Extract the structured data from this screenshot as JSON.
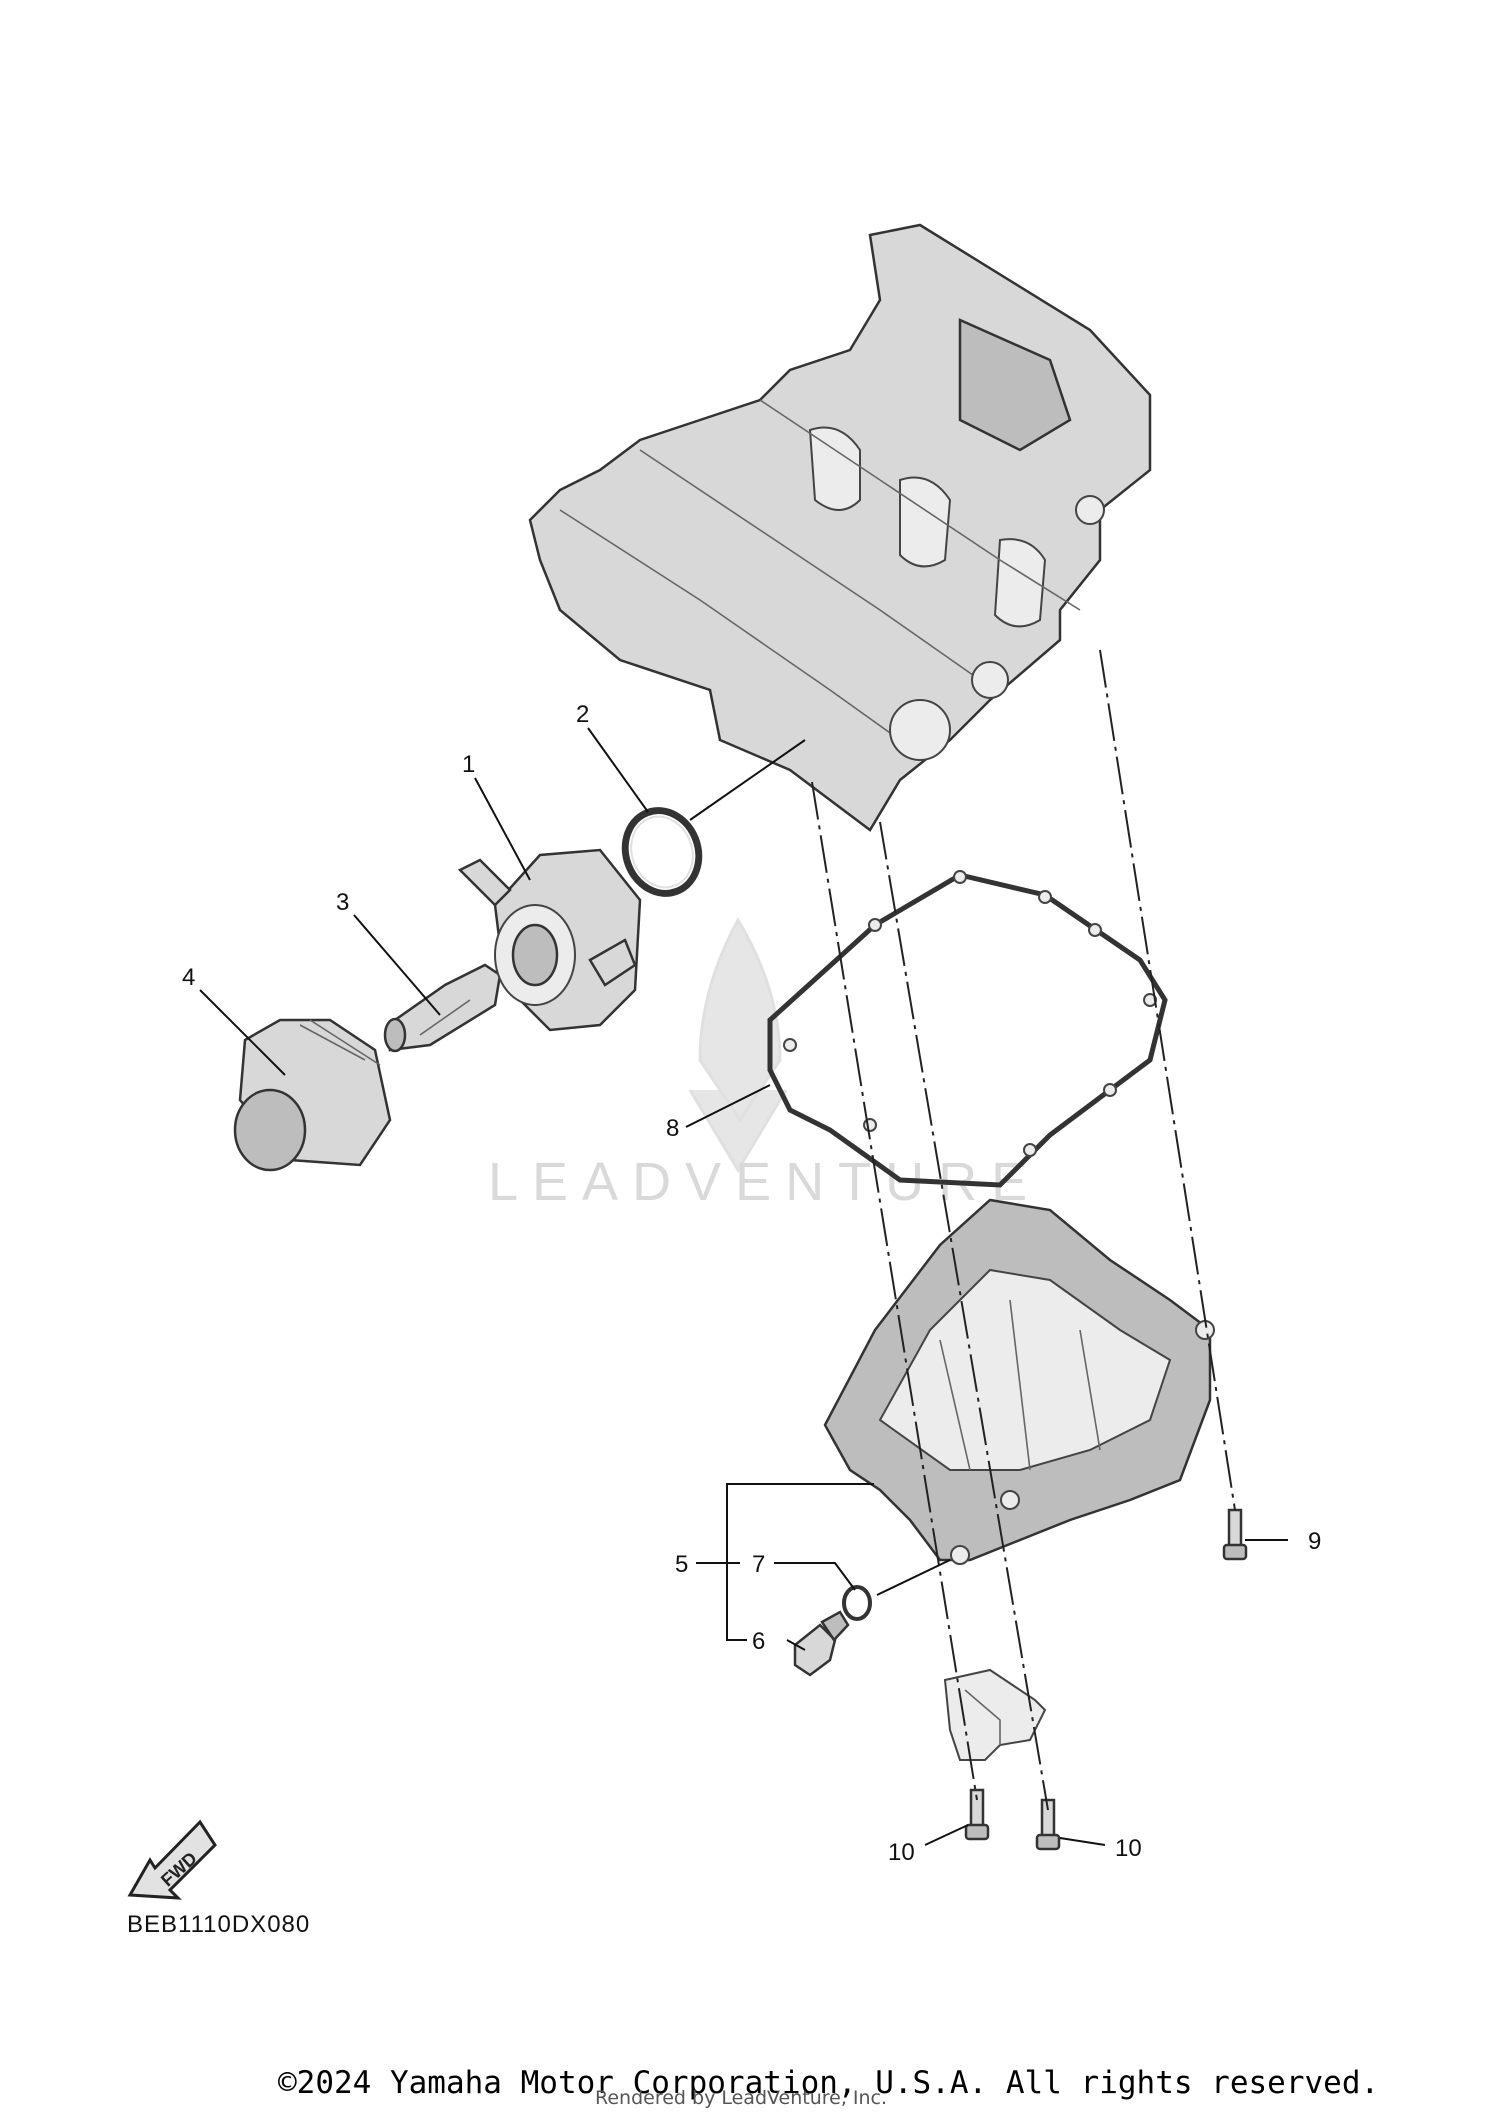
{
  "diagram": {
    "parts": [
      {
        "id": "1",
        "label": "1",
        "icon": "oil-cooler-icon"
      },
      {
        "id": "2",
        "label": "2",
        "icon": "o-ring-icon"
      },
      {
        "id": "3",
        "label": "3",
        "icon": "union-bolt-icon"
      },
      {
        "id": "4",
        "label": "4",
        "icon": "oil-filter-icon"
      },
      {
        "id": "5",
        "label": "5",
        "icon": "oil-pan-icon"
      },
      {
        "id": "6",
        "label": "6",
        "icon": "drain-plug-icon"
      },
      {
        "id": "7",
        "label": "7",
        "icon": "gasket-ring-icon"
      },
      {
        "id": "8",
        "label": "8",
        "icon": "pan-gasket-icon"
      },
      {
        "id": "9",
        "label": "9",
        "icon": "bolt-icon"
      },
      {
        "id": "10a",
        "label": "10",
        "icon": "bolt-icon"
      },
      {
        "id": "10b",
        "label": "10",
        "icon": "bolt-icon"
      }
    ],
    "fwd_label": "FWD",
    "diagram_code": "BEB1110DX080",
    "watermark": "LEADVENTURE"
  },
  "footer": {
    "copyright": "©2024 Yamaha Motor Corporation, U.S.A. All rights reserved.",
    "rendered_by": "Rendered by LeadVenture, Inc."
  },
  "colors": {
    "line": "#111111",
    "part_fill": "#d8d8d8",
    "watermark": "#d9d9d9"
  }
}
